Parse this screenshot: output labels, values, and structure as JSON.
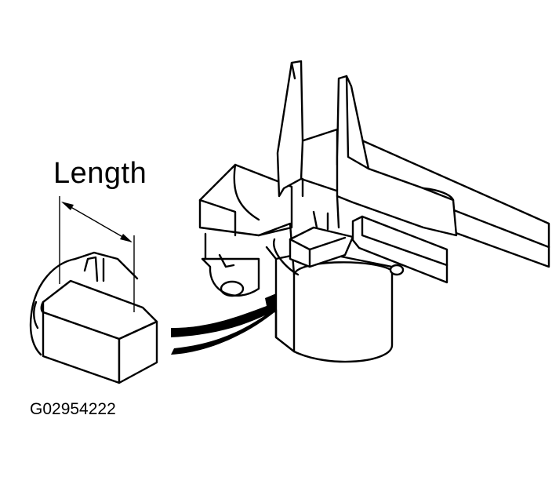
{
  "labels": {
    "length": "Length",
    "figure_code": "G02954222"
  },
  "colors": {
    "ink": "#000000",
    "paper": "#ffffff"
  },
  "parts": [
    "brush",
    "brush-holder",
    "vernier-caliper",
    "arrow"
  ]
}
